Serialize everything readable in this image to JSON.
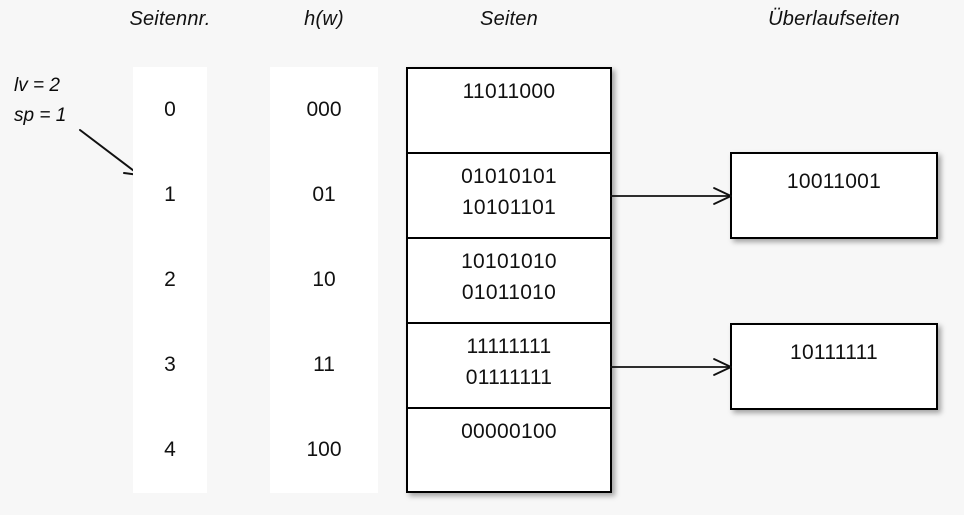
{
  "headers": {
    "seitennr": "Seitennr.",
    "hw": "h(w)",
    "seiten": "Seiten",
    "ueberlaufseiten": "Überlaufseiten"
  },
  "params": {
    "lv": "lv = 2",
    "sp": "sp = 1"
  },
  "rows": [
    {
      "seitennr": "0",
      "hw": "000"
    },
    {
      "seitennr": "1",
      "hw": "01"
    },
    {
      "seitennr": "2",
      "hw": "10"
    },
    {
      "seitennr": "3",
      "hw": "11"
    },
    {
      "seitennr": "4",
      "hw": "100"
    }
  ],
  "pages": [
    {
      "lines": [
        "11011000"
      ]
    },
    {
      "lines": [
        "01010101",
        "10101101"
      ]
    },
    {
      "lines": [
        "10101010",
        "01011010"
      ]
    },
    {
      "lines": [
        "11111111",
        "01111111"
      ]
    },
    {
      "lines": [
        "00000100"
      ]
    }
  ],
  "overflow": [
    {
      "value": "10011001",
      "from_page": 1
    },
    {
      "value": "10111111",
      "from_page": 3
    }
  ],
  "colors": {
    "background": "#f7f7f7",
    "surface": "#ffffff",
    "stroke": "#000000",
    "text": "#111111"
  }
}
